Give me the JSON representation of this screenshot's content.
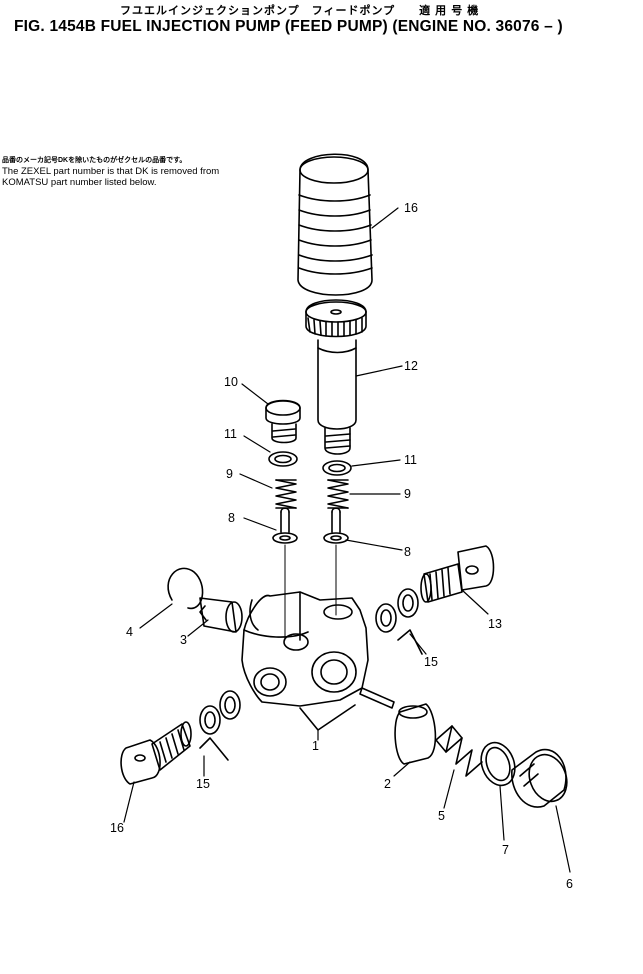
{
  "header": {
    "japanese_title": "フユエルインジェクションポンプ　フィードポンプ　　適 用 号 機",
    "figure_title": "FIG. 1454B  FUEL INJECTION PUMP (FEED PUMP) (ENGINE NO. 36076 – )"
  },
  "note": {
    "japanese": "品番のメーカ記号DKを除いたものがゼクセルの品番です。",
    "line1": "The ZEXEL part number is that DK is removed from",
    "line2": "KOMATSU part number listed below."
  },
  "callouts": {
    "c1": "1",
    "c2": "2",
    "c3": "3",
    "c4": "4",
    "c5": "5",
    "c6": "6",
    "c7": "7",
    "c8a": "8",
    "c8b": "8",
    "c9a": "9",
    "c9b": "9",
    "c10": "10",
    "c11a": "11",
    "c11b": "11",
    "c12": "12",
    "c13": "13",
    "c15a": "15",
    "c15b": "15",
    "c16a": "16",
    "c16b": "16"
  }
}
